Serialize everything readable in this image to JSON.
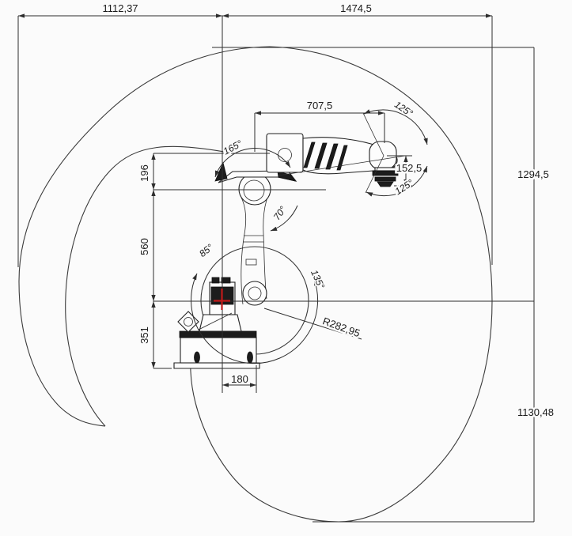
{
  "drawing": {
    "type": "robot-arm-workspace-dimension-drawing",
    "dims": {
      "d1112": "1112,37",
      "d1474": "1474,5",
      "d1294": "1294,5",
      "d1130": "1130,48",
      "d196": "196",
      "d560": "560",
      "d351": "351",
      "d707": "707,5",
      "d152": "152,5",
      "d180": "180",
      "r282": "R282,95"
    },
    "angles": {
      "a165": "165°",
      "a70": "70°",
      "a85": "85°",
      "a135": "135°",
      "a125_top": "125°",
      "a125_bot": "125°"
    },
    "colors": {
      "background": "#fbfbfb",
      "ink": "#2e2e2e",
      "robot_dark": "#1c1c1c",
      "origin_red": "#c21a1a"
    }
  }
}
